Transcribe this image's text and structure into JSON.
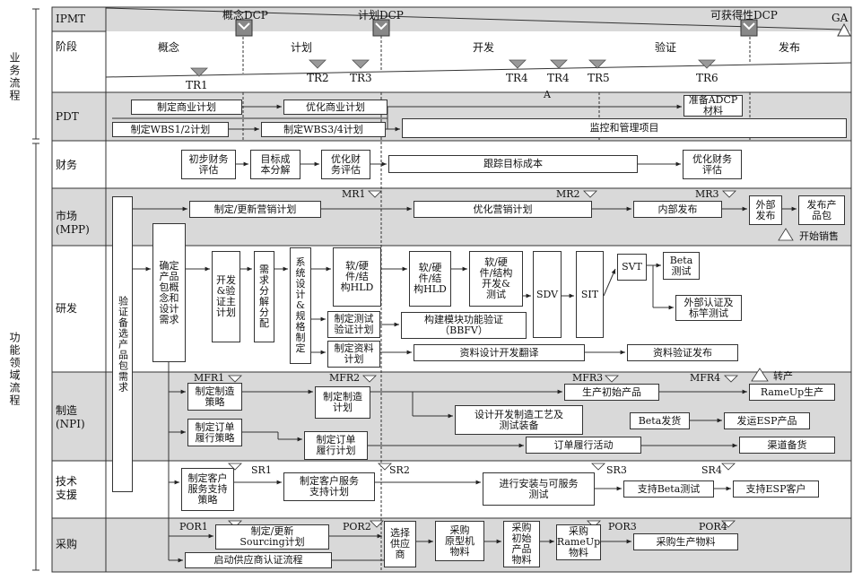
{
  "side_labels": {
    "business": "业务流程",
    "functional": "功能领域流程"
  },
  "rows": {
    "ipmt": "IPMT",
    "stage": "阶段",
    "pdt": "PDT",
    "finance": "财务",
    "market": "市场\n(MPP)",
    "rd": "研发",
    "mfg": "制造\n(NPI)",
    "support": "技术\n支援",
    "purchase": "采购"
  },
  "phases": [
    "概念",
    "计划",
    "开发",
    "验证",
    "发布"
  ],
  "dcp": {
    "concept": "概念DCP",
    "plan": "计划DCP",
    "available": "可获得性DCP",
    "ga": "GA"
  },
  "tr": [
    "TR1",
    "TR2",
    "TR3",
    "TR4",
    "TR4",
    "TR5",
    "TR6"
  ],
  "mark_a": "A",
  "pdt": {
    "b1": "制定商业计划",
    "b2": "优化商业计划",
    "b3": "制定WBS1/2计划",
    "b4": "制定WBS3/4计划",
    "b5": "监控和管理项目",
    "b6": "准备ADCP\n材料"
  },
  "finance": {
    "b1": "初步财务\n评估",
    "b2": "目标成\n本分解",
    "b3": "优化财\n务评估",
    "b4": "跟踪目标成本",
    "b5": "优化财务\n评估"
  },
  "market": {
    "mr1": "MR1",
    "mr2": "MR2",
    "mr3": "MR3",
    "b1": "制定/更新营销计划",
    "b2": "优化营销计划",
    "b3": "内部发布",
    "b4": "外部\n发布",
    "b5": "发布产\n品包",
    "sales": "开始销售"
  },
  "rd": {
    "verify": "验证备选产品包需求",
    "define": "确定\n产品\n包概\n念和\n设计\n需求",
    "dev_plan": "开发\n&验\n证主\n计划",
    "req": "需\n求\n分\n解\n分\n配",
    "sys": "系\n统\n设\n计\n&\n规\n格\n制\n定",
    "hld1": "软/硬\n件/结\n构HLD",
    "hld2": "软/硬\n件/结\n构HLD",
    "dev_test": "软/硬\n件/结构\n开发&\n测试",
    "sdv": "SDV",
    "sit": "SIT",
    "svt": "SVT",
    "beta": "Beta\n测试",
    "ext": "外部认证及\n标竿测试",
    "test_plan": "制定测试\n验证计划",
    "bbfv": "构建模块功能验证\n（BBFV）",
    "doc_plan": "制定资料\n计划",
    "doc_dev": "资料设计开发翻译",
    "doc_pub": "资料验证发布"
  },
  "mfg": {
    "mfr1": "MFR1",
    "mfr2": "MFR2",
    "mfr3": "MFR3",
    "mfr4": "MFR4",
    "b1": "制定制造\n策略",
    "b2": "制定制造\n计划",
    "b3": "生产初始产品",
    "b4": "RameUp生产",
    "b5": "设计开发制造工艺及\n测试装备",
    "b6": "Beta发货",
    "b7": "发运ESP产品",
    "b8": "制定订单\n履行策略",
    "b9": "制定订单\n履行计划",
    "b10": "订单履行活动",
    "b11": "渠道备货",
    "transfer": "转产"
  },
  "support": {
    "sr1": "SR1",
    "sr2": "SR2",
    "sr3": "SR3",
    "sr4": "SR4",
    "b1": "制定客户\n服务支持\n策略",
    "b2": "制定客户服务\n支持计划",
    "b3": "进行安装与可服务\n测试",
    "b4": "支持Beta测试",
    "b5": "支持ESP客户"
  },
  "purchase": {
    "por1": "POR1",
    "por2": "POR2",
    "por3": "POR3",
    "por4": "POR4",
    "b1": "制定/更新\nSourcing计划",
    "b2": "启动供应商认证流程",
    "b3": "选择\n供应\n商",
    "b4": "采购\n原型机\n物料",
    "b5": "采购\n初始\n产品\n物料",
    "b6": "采购\nRameUp\n物料",
    "b7": "采购生产物料"
  }
}
